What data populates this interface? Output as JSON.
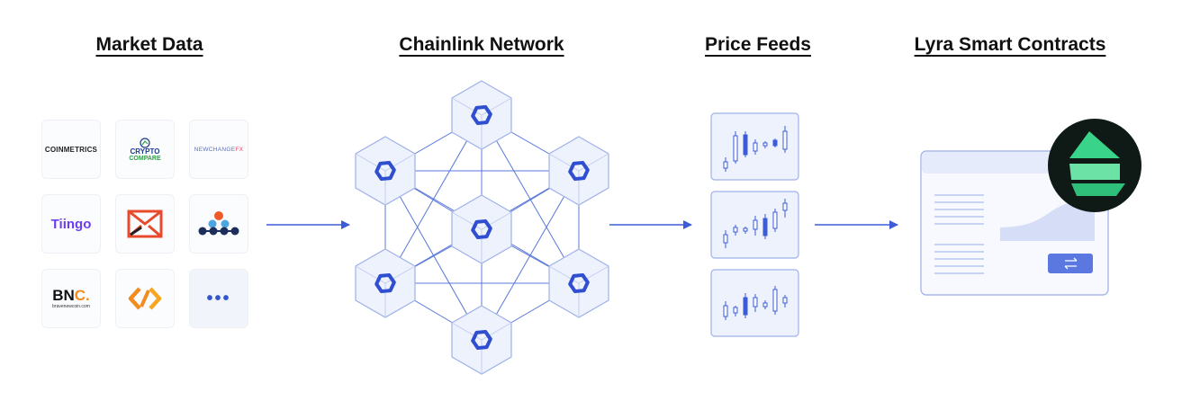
{
  "headings": {
    "market_data": "Market Data",
    "chainlink_network": "Chainlink Network",
    "price_feeds": "Price Feeds",
    "lyra_contracts": "Lyra Smart Contracts"
  },
  "providers": {
    "coinmetrics": "COINMETRICS",
    "cryptocompare_line1": "CRYPTO",
    "cryptocompare_line2": "COMPARE",
    "newchangefx_a": "NEWCHANGE",
    "newchangefx_b": "FX",
    "tiingo": "Tiingo",
    "bnc_a": "BN",
    "bnc_b": "C.",
    "bnc_sub": "bravenewcoin.com",
    "more": "•••"
  },
  "colors": {
    "accent": "#3b5bd9",
    "node_fill": "#eef2fc",
    "node_stroke": "#9fb2ea",
    "lyra_bg": "#0f1a16",
    "lyra_green": "#39d489"
  },
  "icons": {
    "arrow": "right-arrow-icon",
    "swap": "swap-arrows-icon",
    "chainlink": "chainlink-hexagon-icon"
  }
}
